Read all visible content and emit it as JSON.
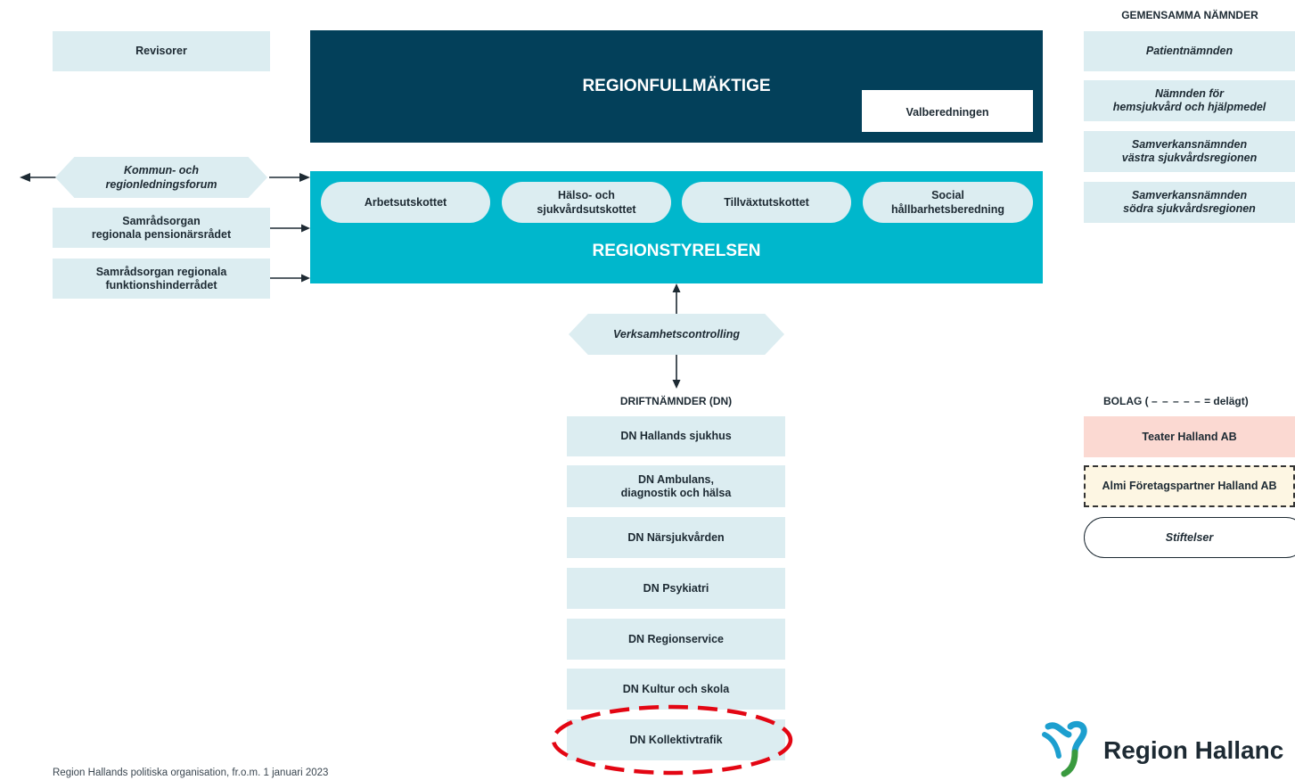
{
  "left": {
    "revisorer": "Revisorer",
    "forum": "Kommun- och\nregionledningsforum",
    "pension": "Samrådsorgan\nregionala pensionärsrådet",
    "funktion": "Samrådsorgan regionala\nfunktionshinderrådet"
  },
  "council": {
    "title": "REGIONFULLMÄKTIGE",
    "valberedning": "Valberedningen"
  },
  "board": {
    "title": "REGIONSTYRELSEN",
    "committees": [
      "Arbetsutskottet",
      "Hälso- och\nsjukvårdsutskottet",
      "Tillväxtutskottet",
      "Social\nhållbarhetsberedning"
    ]
  },
  "controlling": "Verksamhetscontrolling",
  "dn": {
    "heading": "DRIFTNÄMNDER (DN)",
    "items": [
      "DN Hallands sjukhus",
      "DN Ambulans,\ndiagnostik och hälsa",
      "DN Närsjukvården",
      "DN Psykiatri",
      "DN Regionservice",
      "DN Kultur och skola",
      "DN Kollektivtrafik"
    ]
  },
  "joint": {
    "heading": "GEMENSAMMA NÄMNDER",
    "items": [
      "Patientnämnden",
      "Nämnden för\nhemsjukvård och hjälpmedel",
      "Samverkansnämnden\nvästra sjukvårdsregionen",
      "Samverkansnämnden\nsödra sjukvårdsregionen"
    ]
  },
  "companies": {
    "heading_prefix": "BOLAG (",
    "heading_dashes": "– – – – –",
    "heading_suffix": "= delägt)",
    "teater": "Teater Halland AB",
    "almi": "Almi Företagspartner Halland AB",
    "stiftelser": "Stiftelser"
  },
  "footer": "Region Hallands politiska organisation, fr.o.m. 1 januari 2023",
  "logo": {
    "text": "Region Hallanc",
    "icon": "region-halland-logo-icon"
  },
  "colors": {
    "dark_navy": "#03405a",
    "teal": "#00b7cc",
    "light_box": "#dcedf1",
    "pink": "#fbd9d2",
    "highlight_red": "#e30613"
  }
}
